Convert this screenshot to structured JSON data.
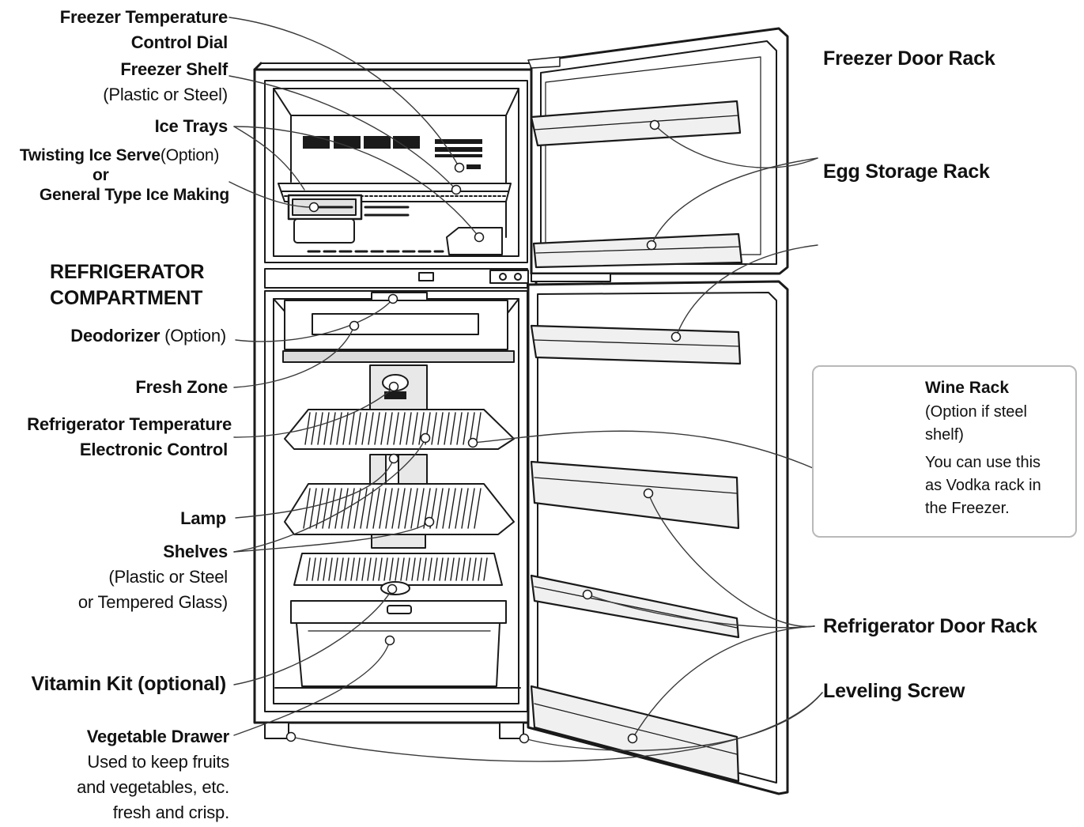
{
  "diagram": {
    "colors": {
      "outline": "#1a1a1a",
      "leader": "#3a3a3a",
      "box_border": "#b9b9b9",
      "fill_light": "#f2f2f2",
      "fill_mid": "#d6d6d6"
    },
    "labels": {
      "freezer_temp_dial": [
        "Freezer Temperature",
        "Control Dial"
      ],
      "freezer_shelf": [
        "Freezer Shelf",
        "(Plastic or Steel)"
      ],
      "ice_trays": "Ice Trays",
      "twisting_ice_serve": {
        "bold": "Twisting Ice Serve",
        "normal": "(Option)"
      },
      "or": "or",
      "general_ice_making": "General Type Ice Making",
      "refrigerator_compartment": [
        "REFRIGERATOR",
        "COMPARTMENT"
      ],
      "deodorizer": {
        "bold": "Deodorizer",
        "normal": " (Option)"
      },
      "fresh_zone": "Fresh Zone",
      "fridge_temp_control": [
        "Refrigerator Temperature",
        "Electronic Control"
      ],
      "lamp": "Lamp",
      "shelves": [
        "Shelves",
        "(Plastic or Steel",
        "or Tempered Glass)"
      ],
      "vitamin_kit": "Vitamin Kit (optional)",
      "vegetable_drawer": [
        "Vegetable Drawer",
        "Used to keep fruits",
        "and vegetables, etc.",
        "fresh and crisp."
      ],
      "freezer_door_rack": "Freezer Door Rack",
      "egg_storage_rack": "Egg Storage Rack",
      "wine_rack": "Wine Rack",
      "wine_rack_option": [
        "(Option if steel",
        "shelf)"
      ],
      "wine_rack_note": [
        "You can use this",
        "as Vodka rack in",
        "the Freezer."
      ],
      "refrigerator_door_rack": "Refrigerator Door Rack",
      "leveling_screw": "Leveling Screw"
    }
  }
}
